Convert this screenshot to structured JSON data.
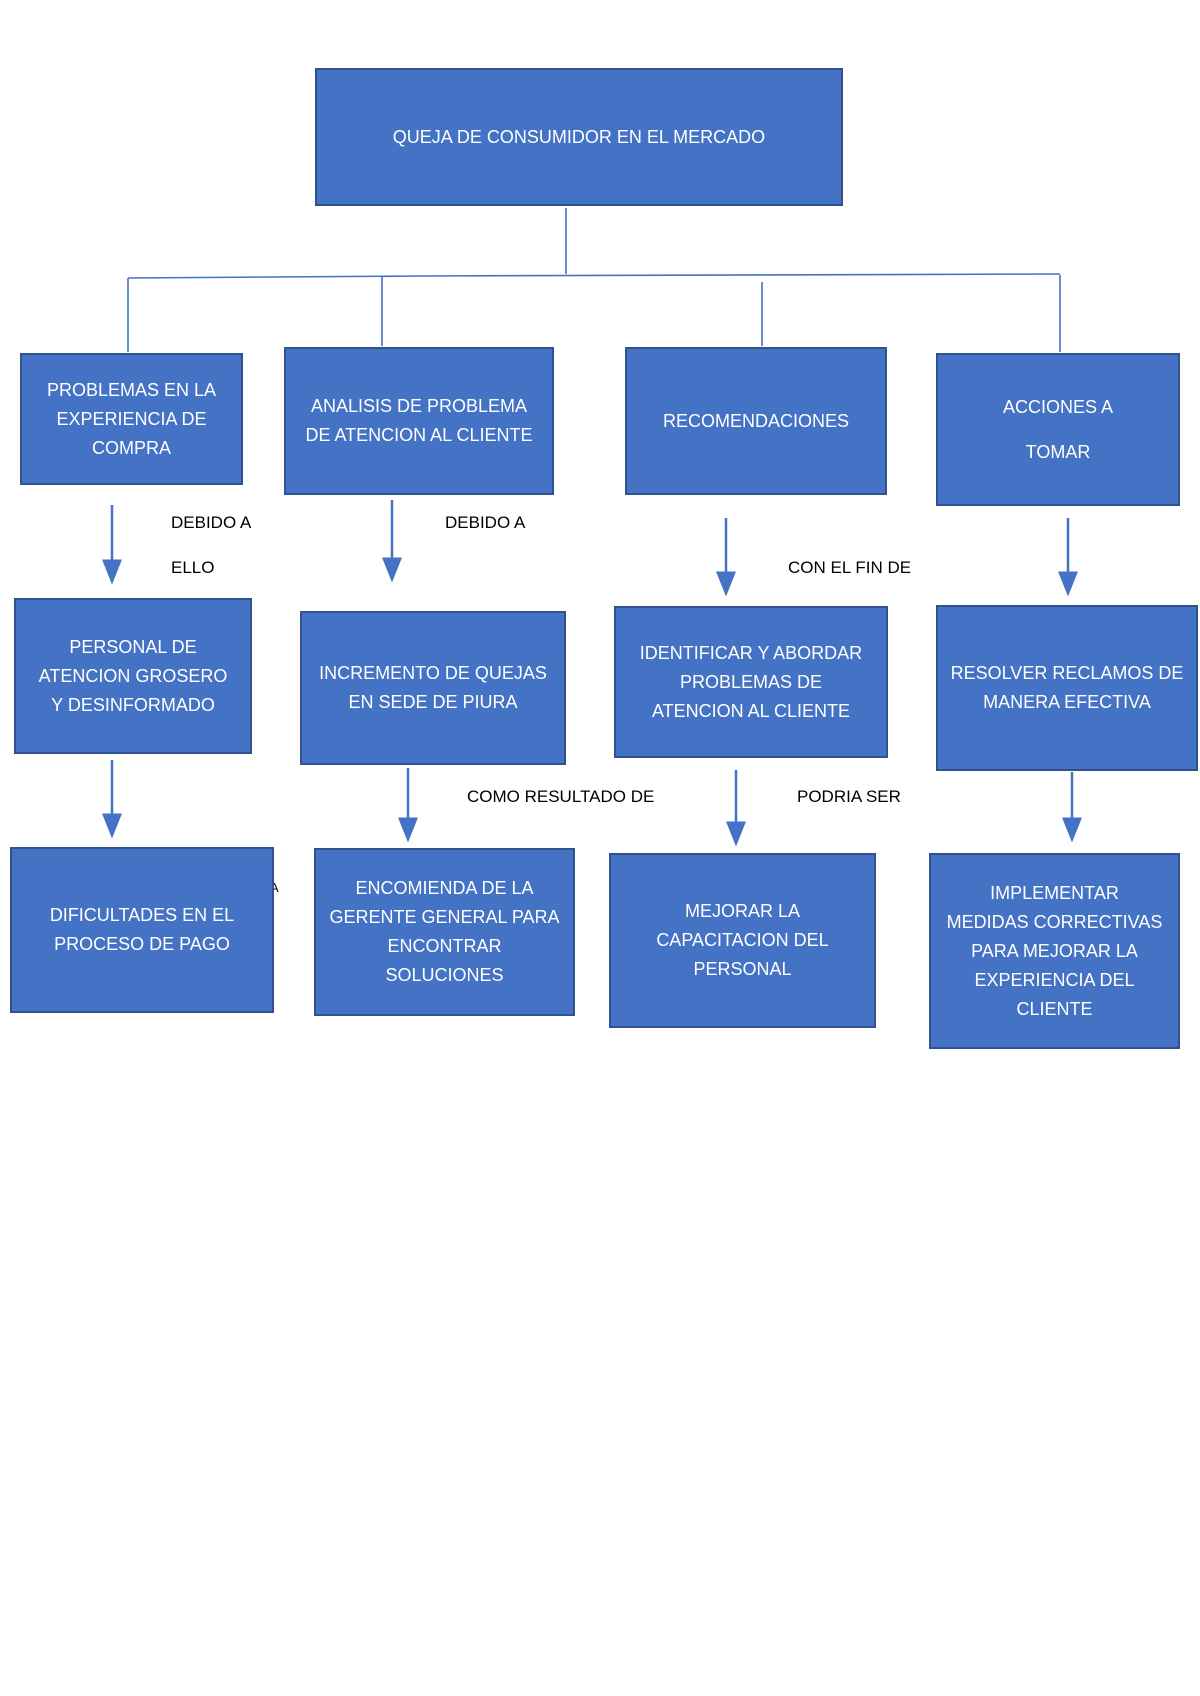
{
  "root": "QUEJA DE CONSUMIDOR EN EL MERCADO",
  "columns": [
    {
      "header": "PROBLEMAS EN LA\nEXPERIENCIA DE\nCOMPRA",
      "label_1a": "DEBIDO A",
      "label_1b": "ELLO",
      "middle": "PERSONAL DE\nATENCION GROSERO\nY DESINFORMADO",
      "bottom": "DIFICULTADES EN EL\nPROCESO DE PAGO"
    },
    {
      "header": "ANALISIS DE PROBLEMA\nDE ATENCION AL CLIENTE",
      "label_1": "DEBIDO A",
      "middle": "INCREMENTO DE QUEJAS\nEN SEDE DE PIURA",
      "label_2": "COMO RESULTADO DE",
      "bottom": "ENCOMIENDA DE LA\nGERENTE GENERAL PARA\nENCONTRAR\nSOLUCIONES"
    },
    {
      "header": "RECOMENDACIONES",
      "label_1": "CON EL FIN DE",
      "middle": "IDENTIFICAR Y ABORDAR\nPROBLEMAS DE\nATENCION AL CLIENTE",
      "label_2": "PODRIA SER",
      "bottom": "MEJORAR LA\nCAPACITACION DEL\nPERSONAL"
    },
    {
      "header": "ACCIONES A\nTOMAR",
      "middle": "RESOLVER RECLAMOS DE\nMANERA EFECTIVA",
      "bottom": "IMPLEMENTAR\nMEDIDAS CORRECTIVAS\nPARA MEJORAR LA\nEXPERIENCIA DEL\nCLIENTE"
    }
  ],
  "stray_glyph": "A",
  "colors": {
    "box_fill": "#4472c4",
    "box_border": "#2f528f",
    "connector": "#4472c4",
    "label_text": "#000000"
  }
}
